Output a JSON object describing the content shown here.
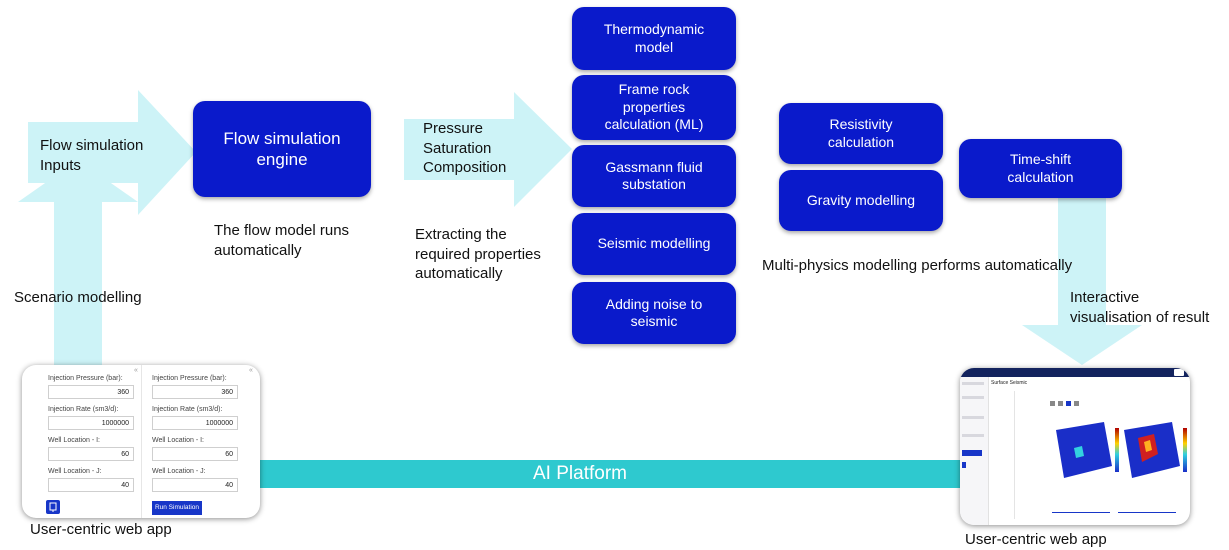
{
  "flow_inputs": {
    "line1": "Flow simulation",
    "line2": "Inputs"
  },
  "engine_box": {
    "line1": "Flow simulation",
    "line2": "engine"
  },
  "engine_caption": {
    "line1": "The flow model runs",
    "line2": "automatically"
  },
  "properties_arrow": {
    "line1": "Pressure",
    "line2": "Saturation",
    "line3": "Composition"
  },
  "extract_caption": {
    "line1": "Extracting the",
    "line2": "required properties",
    "line3": "automatically"
  },
  "stack_boxes": [
    {
      "line1": "Thermodynamic",
      "line2": "model"
    },
    {
      "line1": "Frame rock",
      "line2": "properties",
      "line3": "calculation (ML)"
    },
    {
      "line1": "Gassmann fluid",
      "line2": "substation"
    },
    {
      "line1": "Seismic modelling"
    },
    {
      "line1": "Adding noise to",
      "line2": "seismic"
    }
  ],
  "resistivity_box": {
    "line1": "Resistivity",
    "line2": "calculation"
  },
  "gravity_box": {
    "line1": "Gravity modelling"
  },
  "timeshift_box": {
    "line1": "Time-shift",
    "line2": "calculation"
  },
  "multiphysics_caption": "Multi-physics modelling performs automatically",
  "scenario_label": "Scenario modelling",
  "interactive_caption": {
    "line1": "Interactive",
    "line2": "visualisation of result"
  },
  "ai_platform_label": "AI Platform",
  "left_app_caption": "User-centric web app",
  "right_app_caption": "User-centric web app",
  "left_app": {
    "columns": [
      {
        "pressure_label": "Injection Pressure (bar):",
        "pressure_value": "360",
        "rate_label": "Injection Rate (sm3/d):",
        "rate_value": "1000000",
        "loc_i_label": "Well Location - I:",
        "loc_i_value": "60",
        "loc_j_label": "Well Location - J:",
        "loc_j_value": "40"
      },
      {
        "pressure_label": "Injection Pressure (bar):",
        "pressure_value": "360",
        "rate_label": "Injection Rate (sm3/d):",
        "rate_value": "1000000",
        "loc_i_label": "Well Location - I:",
        "loc_i_value": "60",
        "loc_j_label": "Well Location - J:",
        "loc_j_value": "40"
      }
    ],
    "run_button": "Run Simulation"
  },
  "right_app": {
    "title": "Surface Seismic"
  },
  "colors": {
    "box_blue": "#0a1acb",
    "arrow_cyan": "#cdf3f7",
    "platform_teal": "#2ec9cf"
  }
}
